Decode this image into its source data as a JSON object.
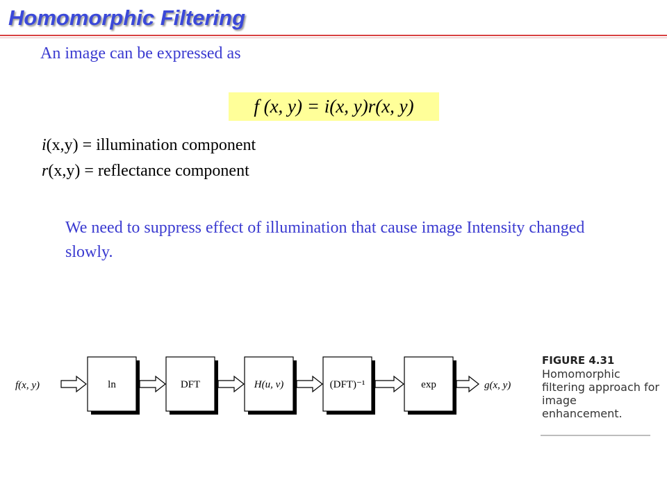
{
  "title": "Homomorphic Filtering",
  "intro": "An image can be expressed as",
  "equation": "f (x, y) = i(x, y)r(x, y)",
  "definitions": [
    {
      "symbol": "i",
      "vars": "(x,y)",
      "desc": " = illumination component"
    },
    {
      "symbol": "r",
      "vars": "(x,y)",
      "desc": " = reflectance component"
    }
  ],
  "note": "We need to suppress effect of illumination that cause image Intensity changed slowly.",
  "diagram": {
    "input": "f(x, y)",
    "blocks": [
      "ln",
      "DFT",
      "H(u, v)",
      "(DFT)⁻¹",
      "exp"
    ],
    "output": "g(x, y)"
  },
  "caption": {
    "figure": "FIGURE 4.31",
    "text": "Homomorphic filtering approach for image enhancement."
  }
}
